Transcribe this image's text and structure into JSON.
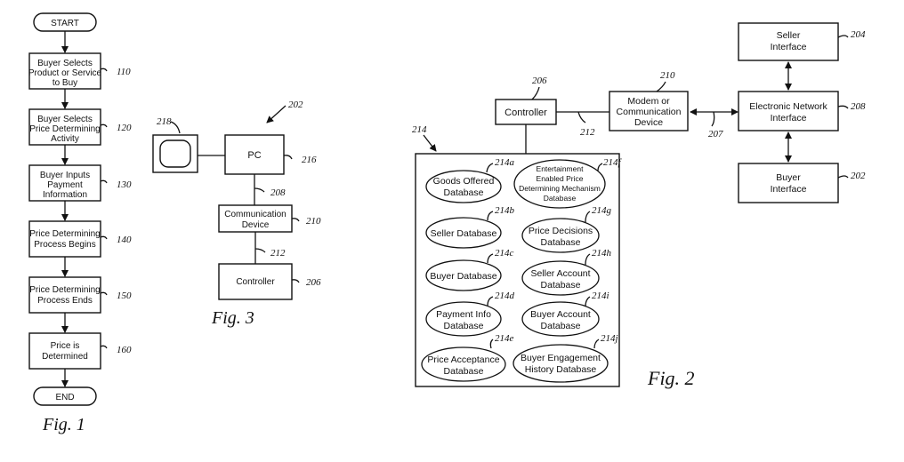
{
  "fig1": {
    "caption": "Fig. 1",
    "start": "START",
    "end": "END",
    "steps": [
      {
        "ref": "110",
        "lines": [
          "Buyer Selects",
          "Product or Service",
          "to Buy"
        ]
      },
      {
        "ref": "120",
        "lines": [
          "Buyer Selects",
          "Price Determining",
          "Activity"
        ]
      },
      {
        "ref": "130",
        "lines": [
          "Buyer Inputs",
          "Payment",
          "Information"
        ]
      },
      {
        "ref": "140",
        "lines": [
          "Price Determining",
          "Process Begins"
        ]
      },
      {
        "ref": "150",
        "lines": [
          "Price Determining",
          "Process Ends"
        ]
      },
      {
        "ref": "160",
        "lines": [
          "Price is",
          "Determined"
        ]
      }
    ]
  },
  "fig3": {
    "caption": "Fig. 3",
    "ref_system": "202",
    "ref_monitor": "218",
    "pc": {
      "label": "PC",
      "ref": "216"
    },
    "link_pc_comm": "208",
    "comm": {
      "lines": [
        "Communication",
        "Device"
      ],
      "ref": "210"
    },
    "link_comm_ctrl": "212",
    "controller": {
      "label": "Controller",
      "ref": "206"
    }
  },
  "fig2": {
    "caption": "Fig. 2",
    "controller": {
      "label": "Controller",
      "ref": "206"
    },
    "modem": {
      "lines": [
        "Modem or",
        "Communication",
        "Device"
      ],
      "ref": "210"
    },
    "link_ctrl_modem": "212",
    "link_modem_network": "207",
    "network": {
      "lines": [
        "Electronic Network",
        "Interface"
      ],
      "ref": "208"
    },
    "seller_interface": {
      "lines": [
        "Seller",
        "Interface"
      ],
      "ref": "204"
    },
    "buyer_interface": {
      "lines": [
        "Buyer",
        "Interface"
      ],
      "ref": "202"
    },
    "db_group_ref": "214",
    "databases": [
      {
        "ref": "214a",
        "lines": [
          "Goods Offered",
          "Database"
        ]
      },
      {
        "ref": "214f",
        "lines": [
          "Entertainment",
          "Enabled Price",
          "Determining Mechanism",
          "Database"
        ]
      },
      {
        "ref": "214b",
        "lines": [
          "Seller Database"
        ]
      },
      {
        "ref": "214g",
        "lines": [
          "Price Decisions",
          "Database"
        ]
      },
      {
        "ref": "214c",
        "lines": [
          "Buyer Database"
        ]
      },
      {
        "ref": "214h",
        "lines": [
          "Seller Account",
          "Database"
        ]
      },
      {
        "ref": "214d",
        "lines": [
          "Payment Info",
          "Database"
        ]
      },
      {
        "ref": "214i",
        "lines": [
          "Buyer Account",
          "Database"
        ]
      },
      {
        "ref": "214e",
        "lines": [
          "Price Acceptance",
          "Database"
        ]
      },
      {
        "ref": "214j",
        "lines": [
          "Buyer Engagement",
          "History Database"
        ]
      }
    ]
  }
}
